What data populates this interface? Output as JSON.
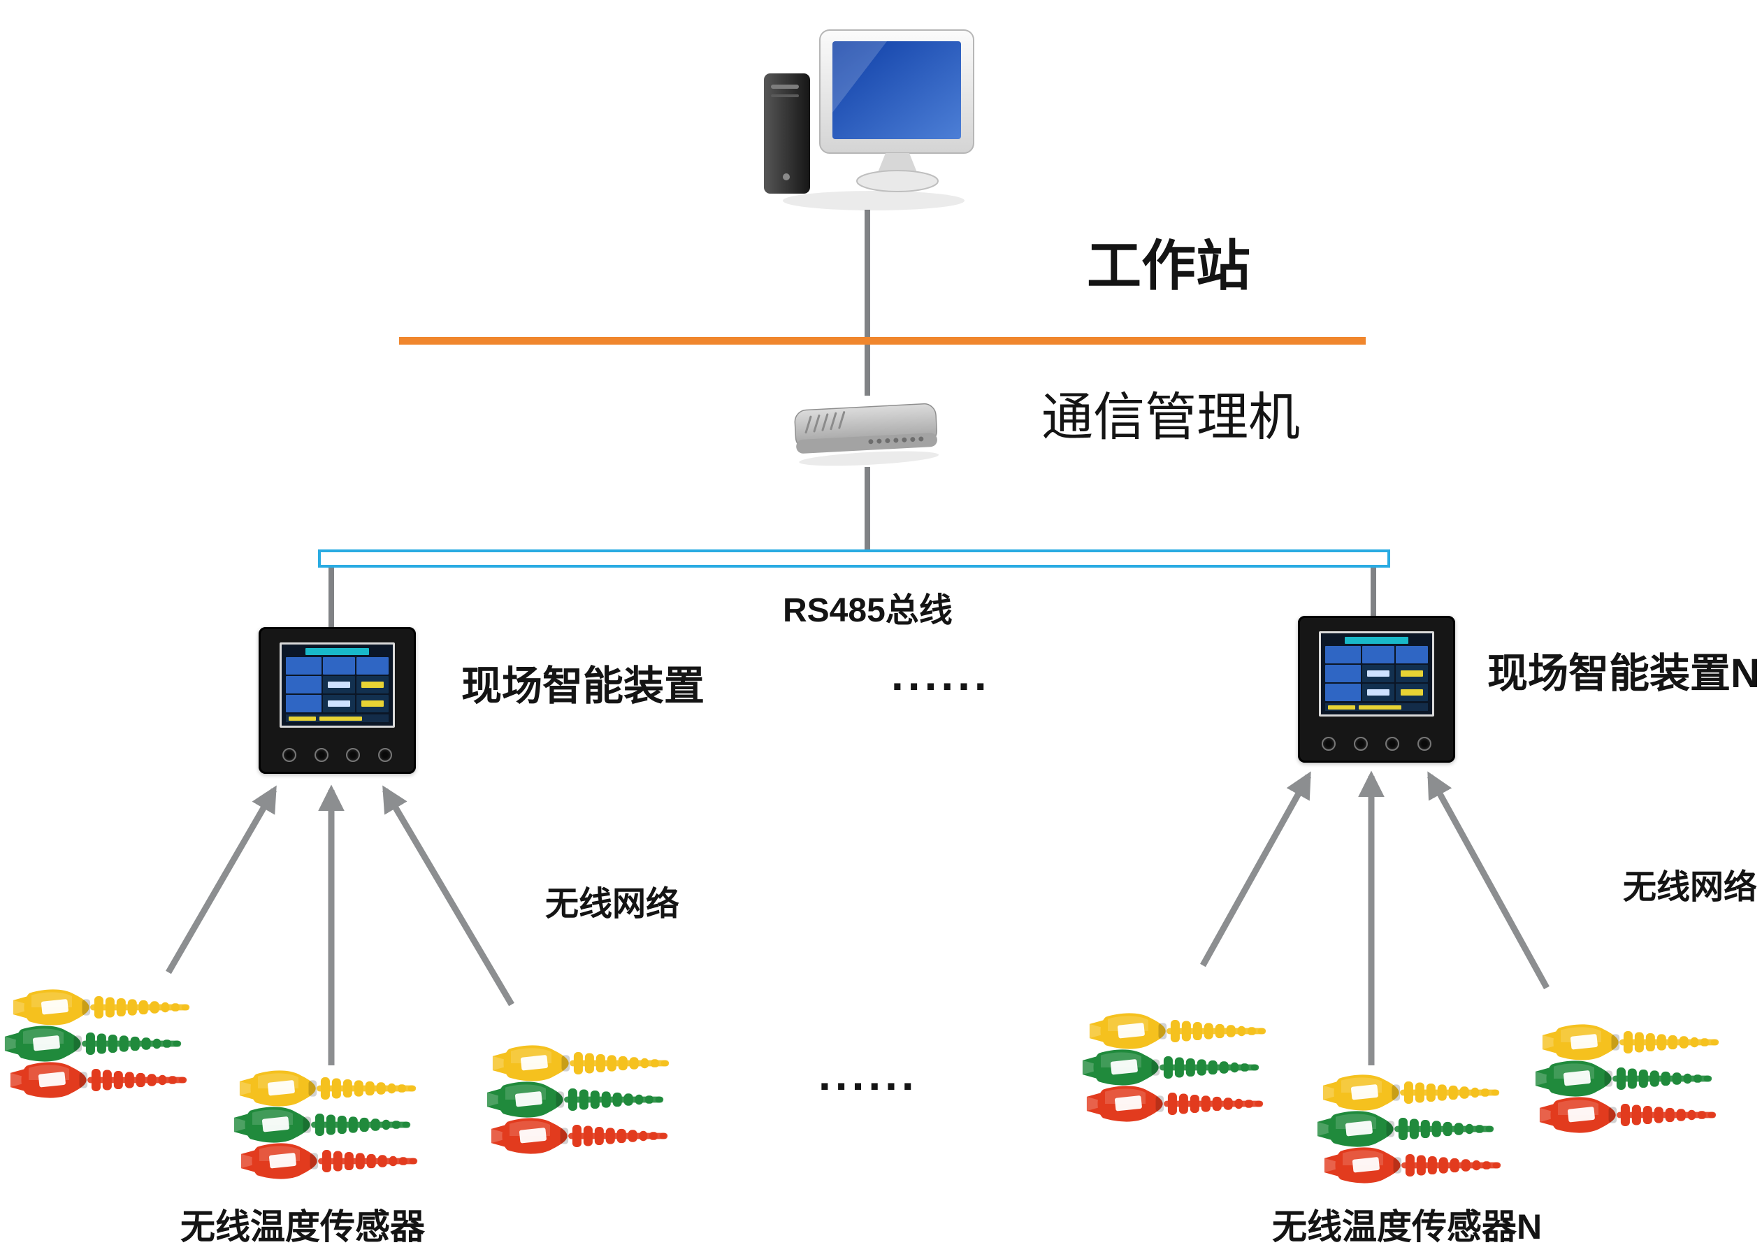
{
  "labels": {
    "workstation": "工作站",
    "comm_manager": "通信管理机",
    "rs485_bus": "RS485总线",
    "field_device": "现场智能装置",
    "field_device_n": "现场智能装置N",
    "wireless_network_left": "无线网络",
    "wireless_network_right": "无线网络",
    "wireless_sensor": "无线温度传感器",
    "wireless_sensor_n": "无线温度传感器N",
    "ellipsis_mid": "......",
    "ellipsis_bottom": "......"
  },
  "colors": {
    "bus_orange": "#F0862D",
    "bus_blue": "#29ABE2",
    "connector_gray": "#808285",
    "arrow_gray": "#8C8E90",
    "clamp_yellow": "#F5C11E",
    "clamp_green": "#208A3C",
    "clamp_red": "#E23B1E",
    "label_black": "#141414"
  }
}
